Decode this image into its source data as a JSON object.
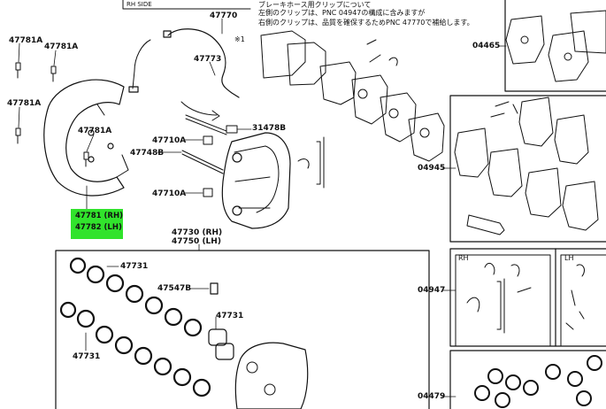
{
  "header": {
    "side_label": "RH SIDE",
    "note_line1": "ブレーキホース用クリップについて",
    "note_line2": "左側のクリップは、PNC 04947の構成に含みますが",
    "note_line3": "右側のクリップは、品質を確保するためPNC 47770で補給します。"
  },
  "labels": {
    "p47781a_1": "47781A",
    "p47781a_2": "47781A",
    "p47781a_3": "47781A",
    "p47781a_4": "47781A",
    "p47770": "47770",
    "note_mark": "※1",
    "p47773": "47773",
    "p31478b": "31478B",
    "p47710a_1": "47710A",
    "p47748b": "47748B",
    "p47710a_2": "47710A",
    "p47730": "47730 (RH)",
    "p47750": "47750 (LH)",
    "p47731_1": "47731",
    "p47547b": "47547B",
    "p47731_2": "47731",
    "p47731_3": "47731",
    "p04465": "04465",
    "p04945": "04945",
    "p04947": "04947",
    "p04479": "04479",
    "rh": "RH",
    "lh": "LH"
  },
  "highlight": {
    "rh": "47781 (RH)",
    "lh": "47782 (LH)",
    "color": "#31e32c"
  }
}
